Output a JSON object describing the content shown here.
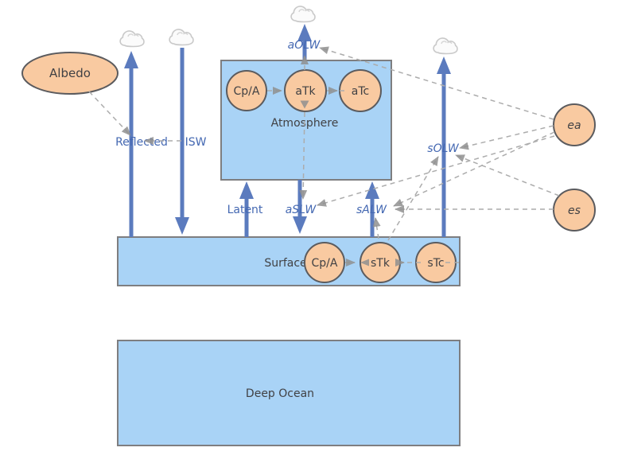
{
  "containers": {
    "atmosphere": {
      "label": "Atmosphere"
    },
    "surface": {
      "label": "Surface"
    },
    "deep_ocean": {
      "label": "Deep Ocean"
    }
  },
  "nodes": {
    "albedo": {
      "label": "Albedo"
    },
    "atm_cpa": {
      "label": "Cp/A"
    },
    "atk": {
      "label": "aTk"
    },
    "atc": {
      "label": "aTc"
    },
    "sfc_cpa": {
      "label": "Cp/A"
    },
    "stk": {
      "label": "sTk"
    },
    "stc": {
      "label": "sTc"
    },
    "ea": {
      "label": "ea"
    },
    "es": {
      "label": "es"
    }
  },
  "fluxes": {
    "reflected": {
      "label": "Reflected"
    },
    "isw": {
      "label": "ISW"
    },
    "aolw": {
      "label": "aOLW"
    },
    "latent": {
      "label": "Latent"
    },
    "aslw": {
      "label": "aSLW"
    },
    "salw": {
      "label": "sALW"
    },
    "solw": {
      "label": "sOLW"
    }
  },
  "flows": [
    {
      "name": "Reflected",
      "direction": "surface to sky"
    },
    {
      "name": "ISW",
      "direction": "sky to surface"
    },
    {
      "name": "aOLW",
      "direction": "atmosphere to sky"
    },
    {
      "name": "Latent",
      "direction": "surface to atmosphere"
    },
    {
      "name": "aSLW",
      "direction": "atmosphere to surface"
    },
    {
      "name": "sALW",
      "direction": "surface to atmosphere"
    },
    {
      "name": "sOLW",
      "direction": "surface to sky"
    }
  ],
  "dependencies": [
    {
      "from": "Albedo",
      "to": "Reflected"
    },
    {
      "from": "ISW",
      "to": "Reflected"
    },
    {
      "from": "Cp/A (atmosphere)",
      "to": "aTk"
    },
    {
      "from": "aTk",
      "to": "aTc"
    },
    {
      "from": "aTk",
      "to": "aOLW"
    },
    {
      "from": "aTk",
      "to": "aSLW"
    },
    {
      "from": "Cp/A (surface)",
      "to": "sTk"
    },
    {
      "from": "sTk",
      "to": "sTc"
    },
    {
      "from": "sTk",
      "to": "sOLW"
    },
    {
      "from": "sTk",
      "to": "sALW"
    },
    {
      "from": "ea",
      "to": "aOLW"
    },
    {
      "from": "ea",
      "to": "aSLW"
    },
    {
      "from": "ea",
      "to": "sOLW"
    },
    {
      "from": "ea",
      "to": "sALW"
    },
    {
      "from": "es",
      "to": "sOLW"
    },
    {
      "from": "es",
      "to": "sALW"
    }
  ],
  "icons": {
    "cloud_count": 4
  },
  "colors": {
    "box_fill": "#A9D3F6",
    "box_border": "#7E7E80",
    "node_fill": "#F9CAA1",
    "node_border": "#5B5B5E",
    "flow_arrow": "#5B7BBE",
    "flux_label": "#4468B2",
    "text_dark": "#414144",
    "dependency_gray": "#ACACAC"
  }
}
